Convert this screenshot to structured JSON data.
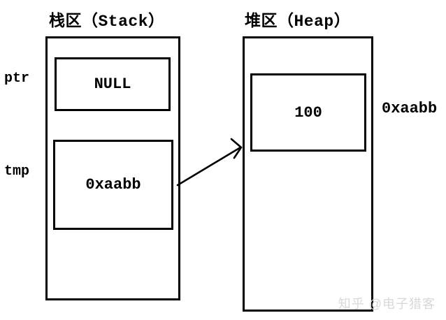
{
  "diagram": {
    "stack_title": "栈区（Stack）",
    "heap_title": "堆区（Heap）",
    "ptr_label": "ptr",
    "ptr_value": "NULL",
    "tmp_label": "tmp",
    "tmp_value": "0xaabb",
    "heap_value": "100",
    "heap_address": "0xaabb",
    "watermark": "知乎 @电子猎客"
  },
  "colors": {
    "line": "#000000",
    "background": "#ffffff",
    "watermark": "#d8d8d8"
  }
}
